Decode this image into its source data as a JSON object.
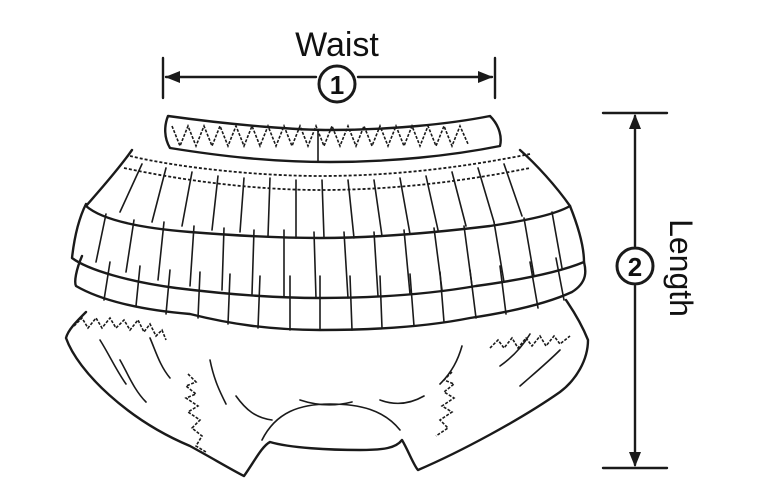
{
  "waist": {
    "label": "Waist",
    "number": "1"
  },
  "length": {
    "label": "Length",
    "number": "2"
  },
  "colors": {
    "ink": "#1a1a1a",
    "background": "#ffffff"
  }
}
